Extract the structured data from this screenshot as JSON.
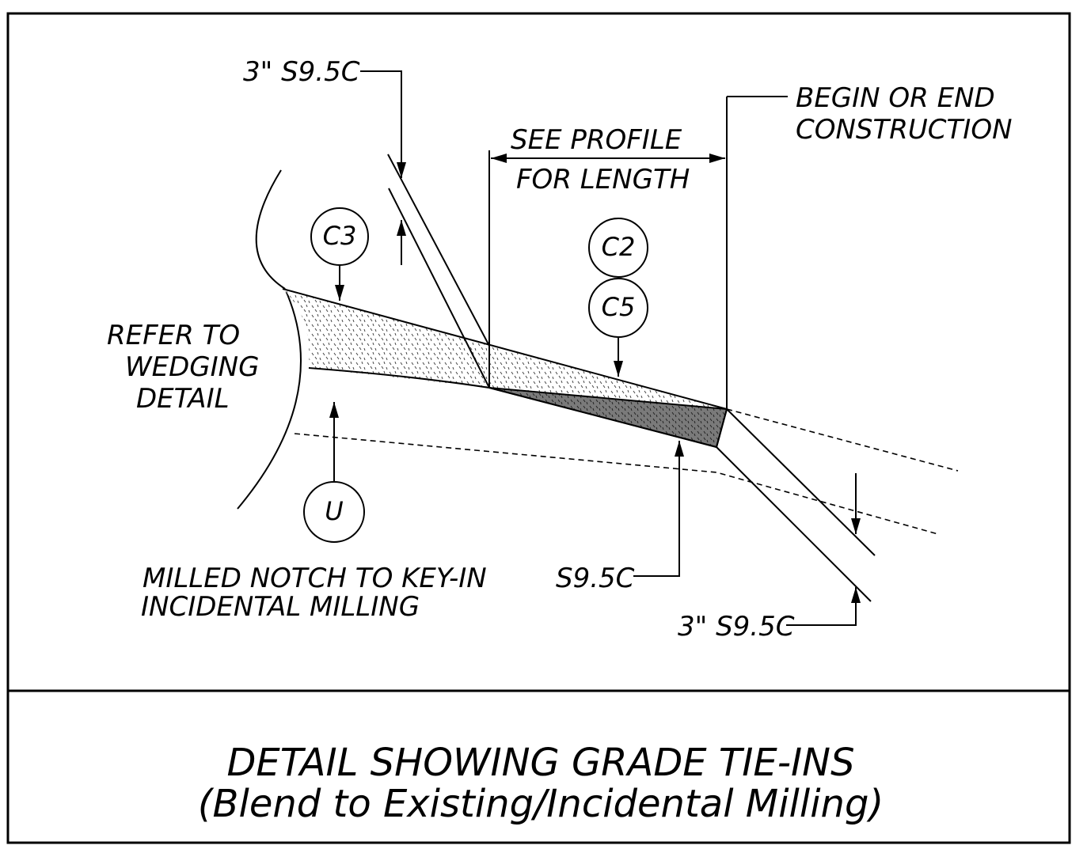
{
  "callouts": {
    "top_s95c": "3\" S9.5C",
    "begin_end_line1": "BEGIN OR END",
    "begin_end_line2": "CONSTRUCTION",
    "see_profile_line1": "SEE PROFILE",
    "see_profile_line2": "FOR LENGTH",
    "refer_line1": "REFER TO",
    "refer_line2": "WEDGING",
    "refer_line3": "DETAIL",
    "milled_line1": "MILLED NOTCH TO KEY-IN",
    "milled_line2": "INCIDENTAL MILLING",
    "s95c": "S9.5C",
    "bottom_s95c": "3\" S9.5C"
  },
  "tags": {
    "c3": "C3",
    "c2": "C2",
    "c5": "C5",
    "u": "U"
  },
  "title": {
    "line1": "DETAIL SHOWING GRADE TIE-INS",
    "line2": "(Blend to Existing/Incidental Milling)"
  }
}
